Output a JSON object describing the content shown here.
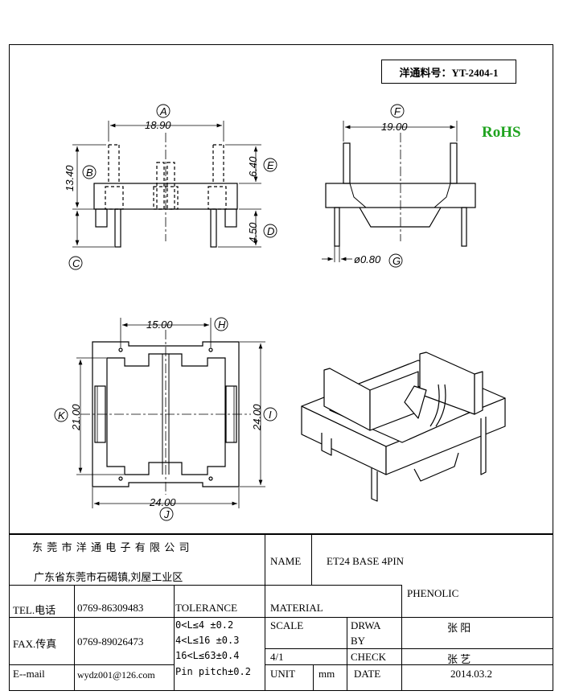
{
  "part_number_label": "洋通料号：YT-2404-1",
  "rohs": "RoHS",
  "dims": {
    "a": "18.90",
    "f": "19.00",
    "b": "13.40",
    "e": "6.40",
    "d": "4.50",
    "g": "ø0.80",
    "h": "15.00",
    "k": "21.00",
    "i": "24.00",
    "j": "24.00"
  },
  "labels": {
    "A": "A",
    "B": "B",
    "C": "C",
    "D": "D",
    "E": "E",
    "F": "F",
    "G": "G",
    "H": "H",
    "I": "I",
    "J": "J",
    "K": "K"
  },
  "title_block": {
    "company": "东 莞 市 洋 通 电 子 有 限 公 司",
    "address": "广东省东莞市石碣镇,刘屋工业区",
    "name_label": "NAME",
    "name_value": "ET24 BASE 4PIN",
    "tel_label": "TEL.电话",
    "tel_value": "0769-86309483",
    "fax_label": "FAX.传真",
    "fax_value": "0769-89026473",
    "email_label": "E--mail",
    "email_value": "wydz001@126.com",
    "tolerance_label": "TOLERANCE",
    "tol1": "0<L≤4  ±0.2",
    "tol2": "4<L≤16 ±0.3",
    "tol3": "16<L≤63±0.4",
    "tol4": "Pin pitch±0.2",
    "material_label": "MATERIAL",
    "material_value": "PHENOLIC",
    "scale_label": "SCALE",
    "scale_value": "4/1",
    "drawn_label_1": "DRWA",
    "drawn_label_2": "BY",
    "drawn_value": "张 阳",
    "check_label": "CHECK",
    "check_value": "张 艺",
    "unit_label": "UNIT",
    "unit_value": "mm",
    "date_label": "DATE",
    "date_value": "2014.03.2"
  }
}
